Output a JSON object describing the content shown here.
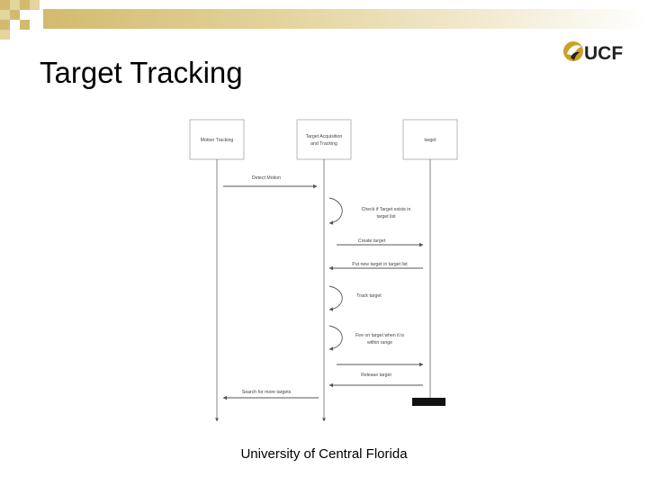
{
  "slide": {
    "title": "Target Tracking",
    "footer": "University of Central Florida",
    "logo_text": "UCF",
    "colors": {
      "gold": "#d2bb6f",
      "gold_light": "#e4d49d",
      "logo_gold": "#c9a227",
      "logo_dark": "#222222"
    }
  },
  "diagram": {
    "participants": [
      {
        "label": "Motion Tracking"
      },
      {
        "label": "Target Acquisition",
        "label2": "and Tracking"
      },
      {
        "label": "target"
      }
    ],
    "messages": [
      {
        "label": "Detect Motion"
      },
      {
        "label": "Check if Target exists in",
        "label2": "target list"
      },
      {
        "label": "Create target"
      },
      {
        "label": "Put new target in target list"
      },
      {
        "label": "Track target"
      },
      {
        "label": "Fire on target when it is",
        "label2": "within range"
      },
      {
        "label": "Release target"
      },
      {
        "label": "Search for more targets"
      }
    ]
  }
}
